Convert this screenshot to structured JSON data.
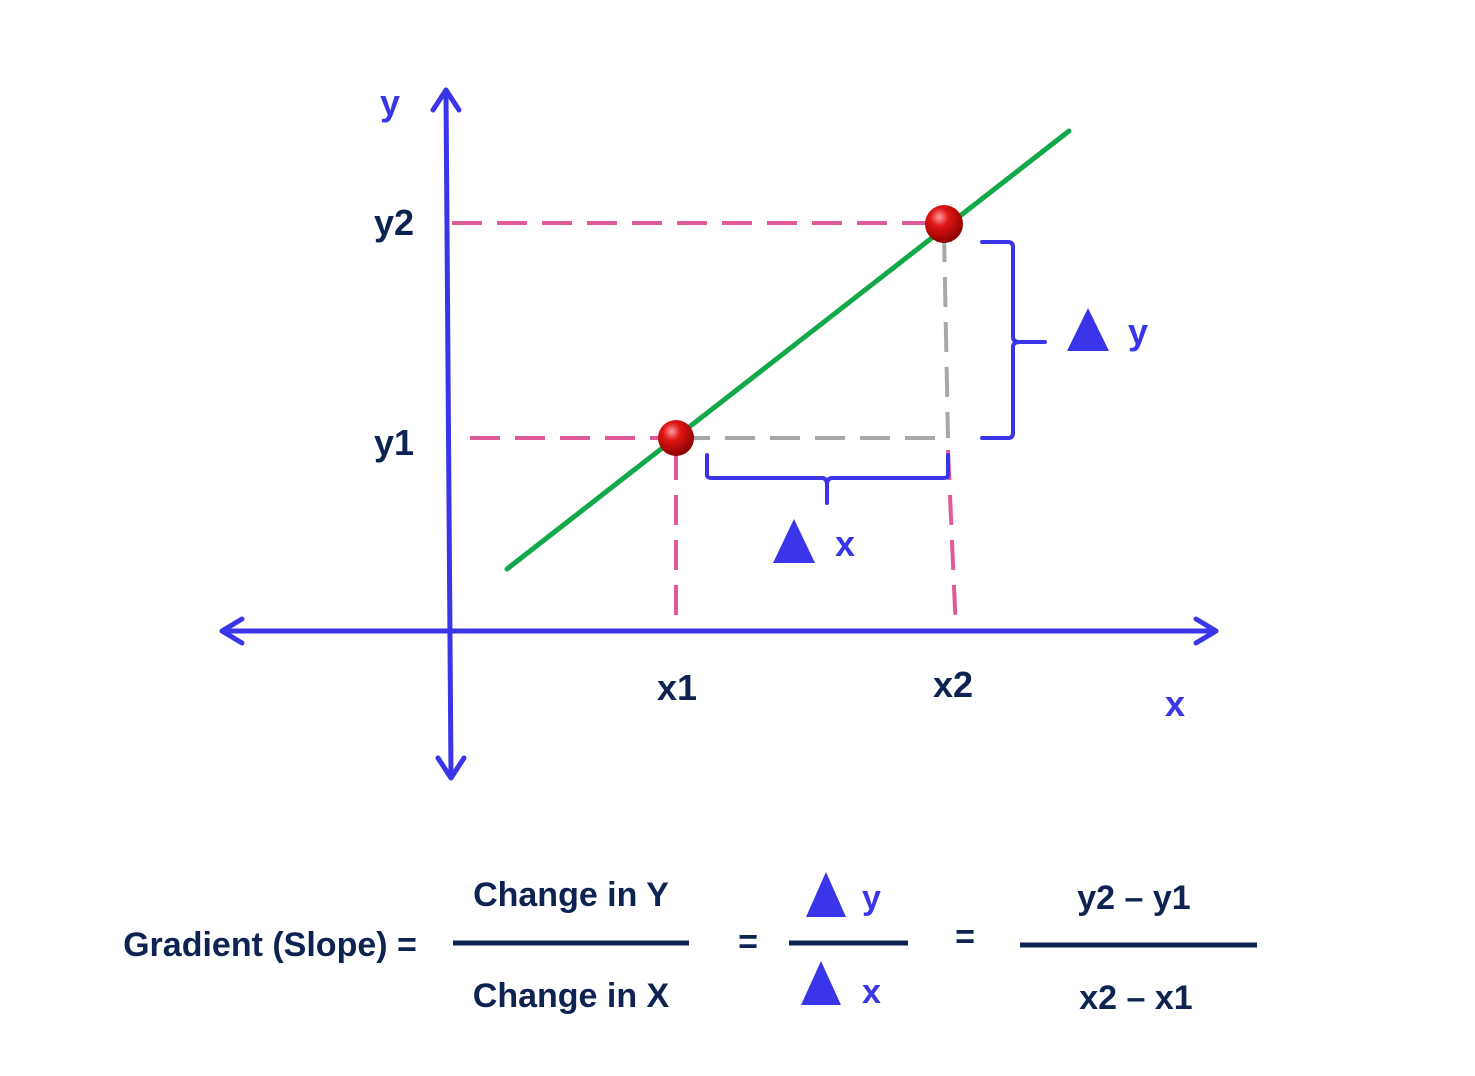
{
  "colors": {
    "axis": "#3a35e8",
    "line": "#13a84a",
    "guide_pink": "#e05a9a",
    "guide_gray": "#a8a8a8",
    "point": "#d40f0f",
    "dark_text": "#0f2353",
    "delta_text": "#3a35e8"
  },
  "axes": {
    "x_label": "x",
    "y_label": "y"
  },
  "ticks": {
    "x1": "x1",
    "x2": "x2",
    "y1": "y1",
    "y2": "y2"
  },
  "deltas": {
    "dx_var": "x",
    "dy_var": "y"
  },
  "formula": {
    "lhs": "Gradient (Slope) =",
    "num1": "Change in Y",
    "den1": "Change in X",
    "eq1": "=",
    "num2_var": "y",
    "den2_var": "x",
    "eq2": "=",
    "num3": "y2 – y1",
    "den3": "x2 – x1"
  },
  "icons": [
    "delta-triangle-icon"
  ]
}
